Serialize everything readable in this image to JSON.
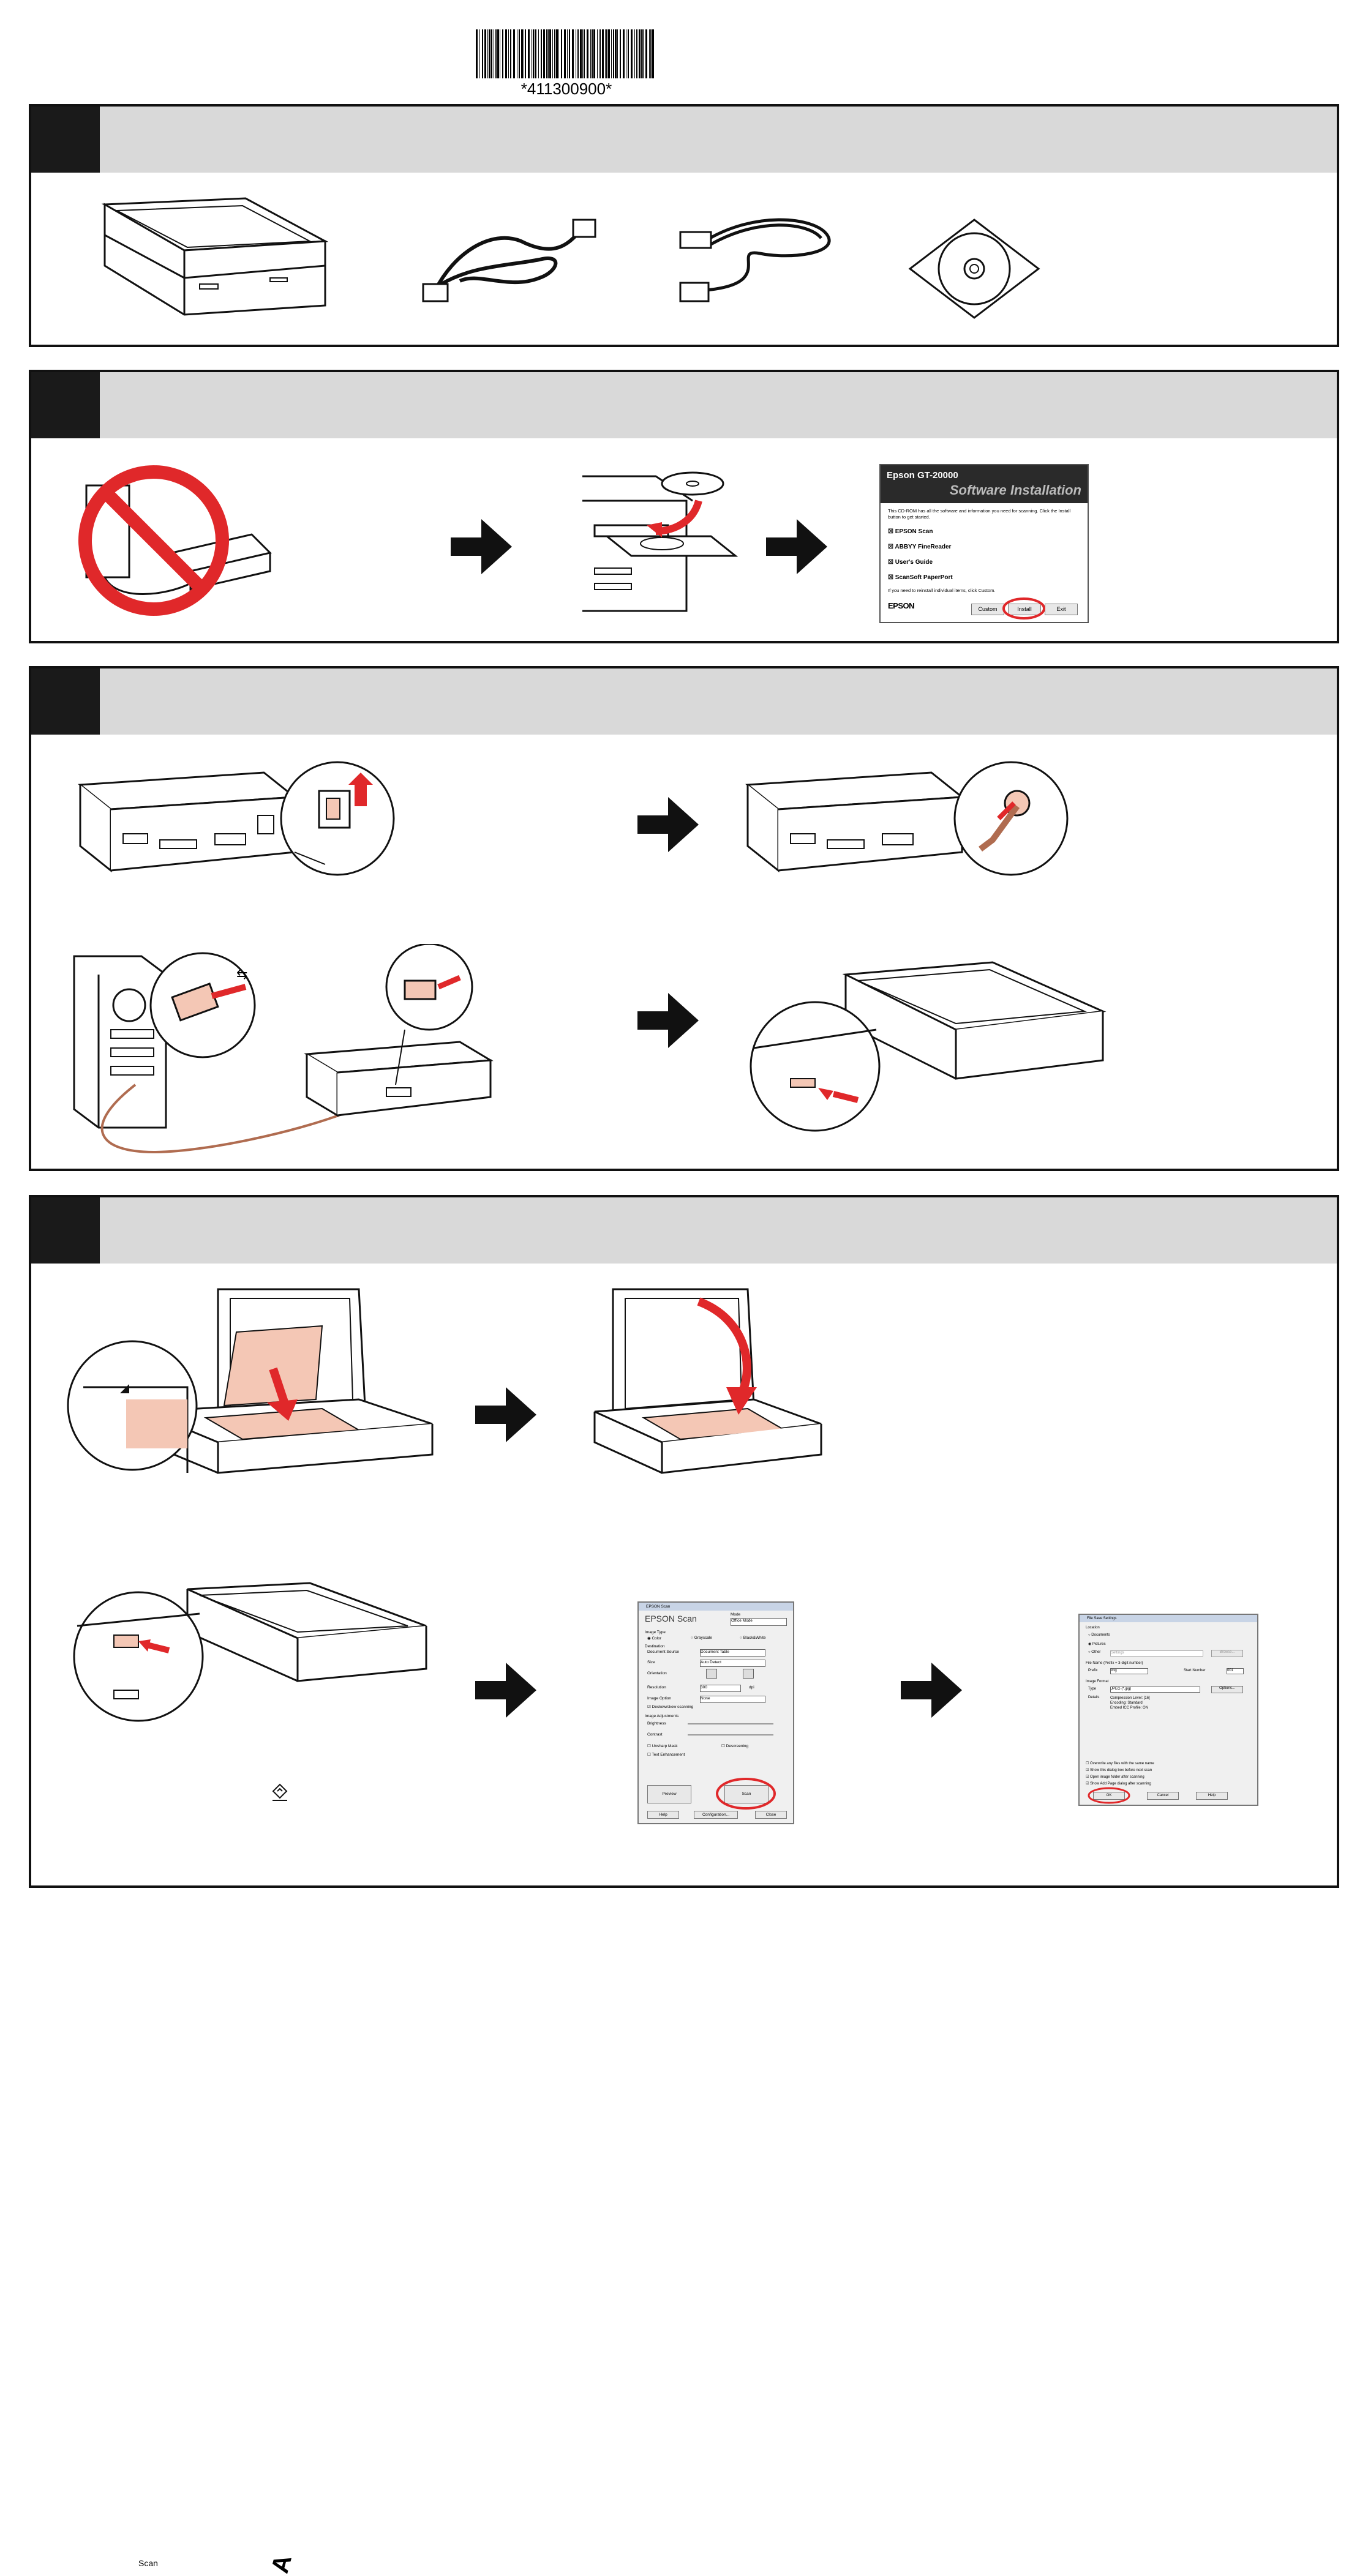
{
  "barcode": {
    "number": "*411300900*"
  },
  "installer": {
    "title": "Epson GT-20000",
    "subtitle": "Software Installation",
    "intro": "This CD-ROM has all the software and information you need for scanning. Click the Install button to get started.",
    "items": [
      "EPSON Scan",
      "ABBYY FineReader",
      "User's Guide",
      "ScanSoft PaperPort"
    ],
    "footnote": "If you need to reinstall individual items, click Custom.",
    "brand": "EPSON",
    "buttons": {
      "custom": "Custom",
      "install": "Install",
      "exit": "Exit"
    }
  },
  "usb_symbol": "⇆",
  "scan_guide": {
    "label": "Scan",
    "letter": "A"
  },
  "epson_scan": {
    "window_title": "EPSON Scan",
    "logo": "EPSON Scan",
    "mode_label": "Mode",
    "mode_value": "Office Mode",
    "image_type_label": "Image Type",
    "image_types": [
      "Color",
      "Grayscale",
      "Black&White"
    ],
    "destination_label": "Destination",
    "document_source_label": "Document Source",
    "document_source_value": "Document Table",
    "size_label": "Size",
    "size_value": "Auto Detect",
    "orientation_label": "Orientation",
    "resolution_label": "Resolution",
    "resolution_value": "300",
    "resolution_unit": "dpi",
    "image_option_label": "Image Option",
    "image_option_value": "None",
    "auto_rotate_label": "Deskew/skew scanning",
    "adjustments_label": "Image Adjustments",
    "brightness_label": "Brightness",
    "contrast_label": "Contrast",
    "unsharp_label": "Unsharp Mask",
    "descreening_label": "Descreening",
    "text_enhancement_label": "Text Enhancement",
    "buttons": {
      "preview": "Preview",
      "scan": "Scan",
      "help": "Help",
      "configuration": "Configuration...",
      "close": "Close"
    }
  },
  "file_save": {
    "window_title": "File Save Settings",
    "location_label": "Location",
    "locations": [
      "Documents",
      "Pictures",
      "Other"
    ],
    "other_value": "Settings",
    "browse_button": "Browse...",
    "file_name_label": "File Name (Prefix + 3-digit number)",
    "prefix_label": "Prefix",
    "prefix_value": "img",
    "start_number_label": "Start Number",
    "start_number_value": "001",
    "image_format_label": "Image Format",
    "type_label": "Type",
    "type_value": "JPEG (*.jpg)",
    "options_button": "Options...",
    "details_label": "Details",
    "details_lines": [
      "Compression Level: [16]",
      "Encoding: Standard",
      "Embed ICC Profile: ON"
    ],
    "checkboxes": [
      "Overwrite any files with the same name",
      "Show this dialog box before next scan",
      "Open image folder after scanning",
      "Show Add Page dialog after scanning"
    ],
    "buttons": {
      "ok": "OK",
      "cancel": "Cancel",
      "help": "Help"
    }
  },
  "colors": {
    "accent_red": "#e0282a",
    "header_gray": "#d9d9d9",
    "tab_black": "#1a1a1a",
    "paper_pink": "#f4c7b5"
  }
}
